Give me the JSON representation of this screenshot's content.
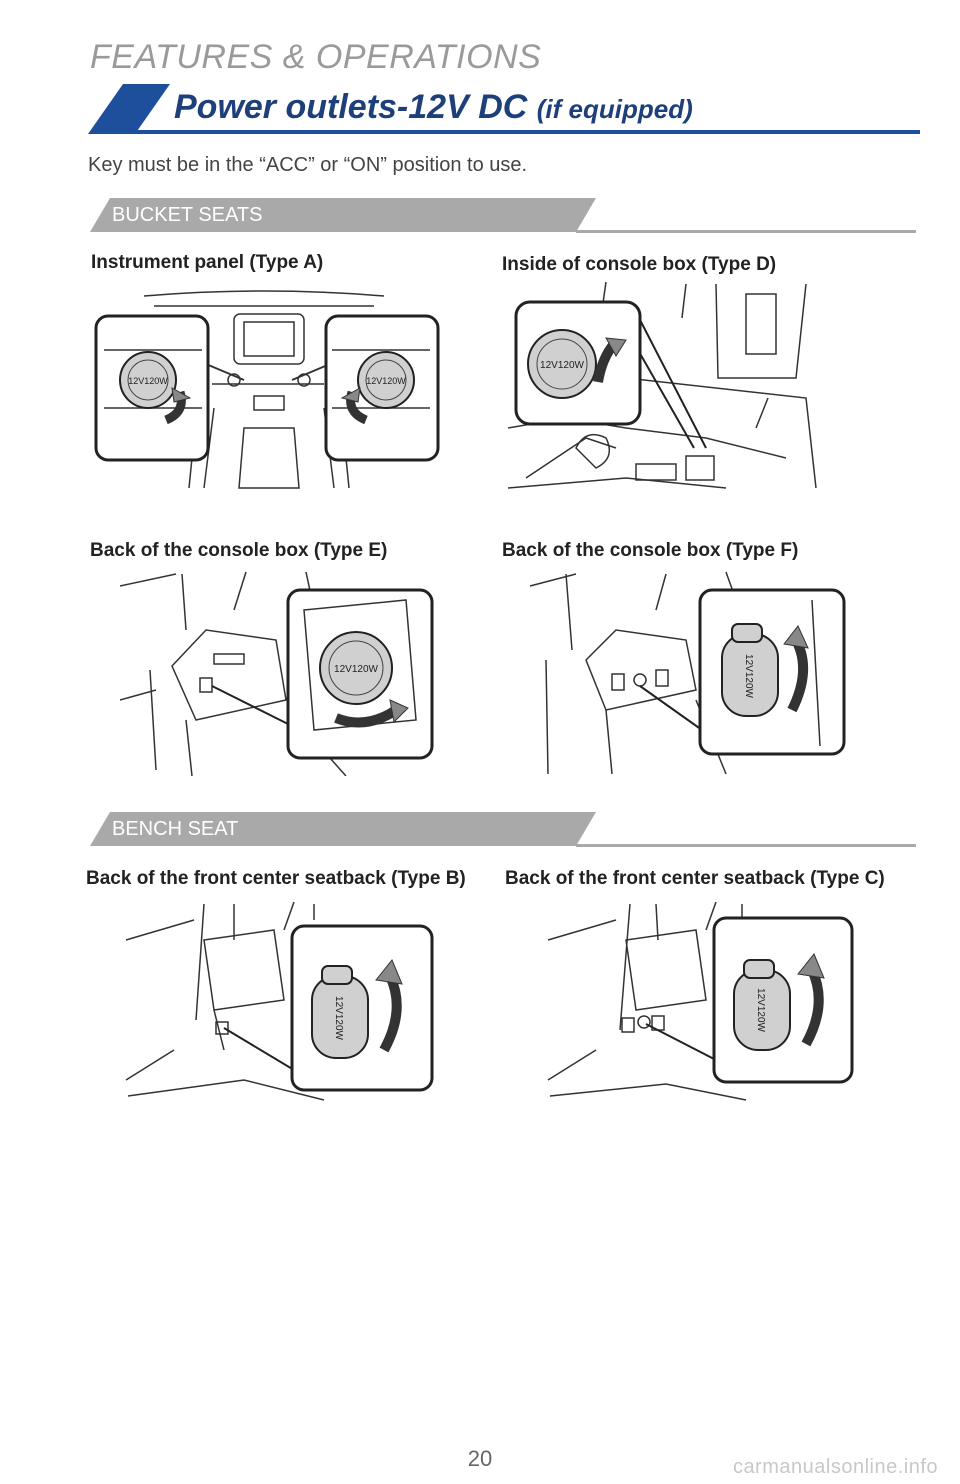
{
  "header": {
    "section": "FEATURES & OPERATIONS",
    "title": "Power outlets-12V DC",
    "title_suffix": "(if equipped)",
    "accent": "#1d4f9c"
  },
  "intro": "Key must be in the “ACC” or “ON” position to use.",
  "bucket": {
    "band": "BUCKET SEATS",
    "figures": [
      {
        "caption": "Instrument panel (Type A)"
      },
      {
        "caption": "Inside of console box (Type D)"
      },
      {
        "caption": "Back of the console box (Type E)"
      },
      {
        "caption": "Back of the console box (Type F)"
      }
    ]
  },
  "bench": {
    "band": "BENCH SEAT",
    "figures": [
      {
        "caption": "Back of the front center seatback (Type B)"
      },
      {
        "caption": "Back of the front center seatback (Type C)"
      }
    ]
  },
  "outlet_cap_label": "12V120W",
  "page_number": "20",
  "watermark": "carmanualsonline.info"
}
